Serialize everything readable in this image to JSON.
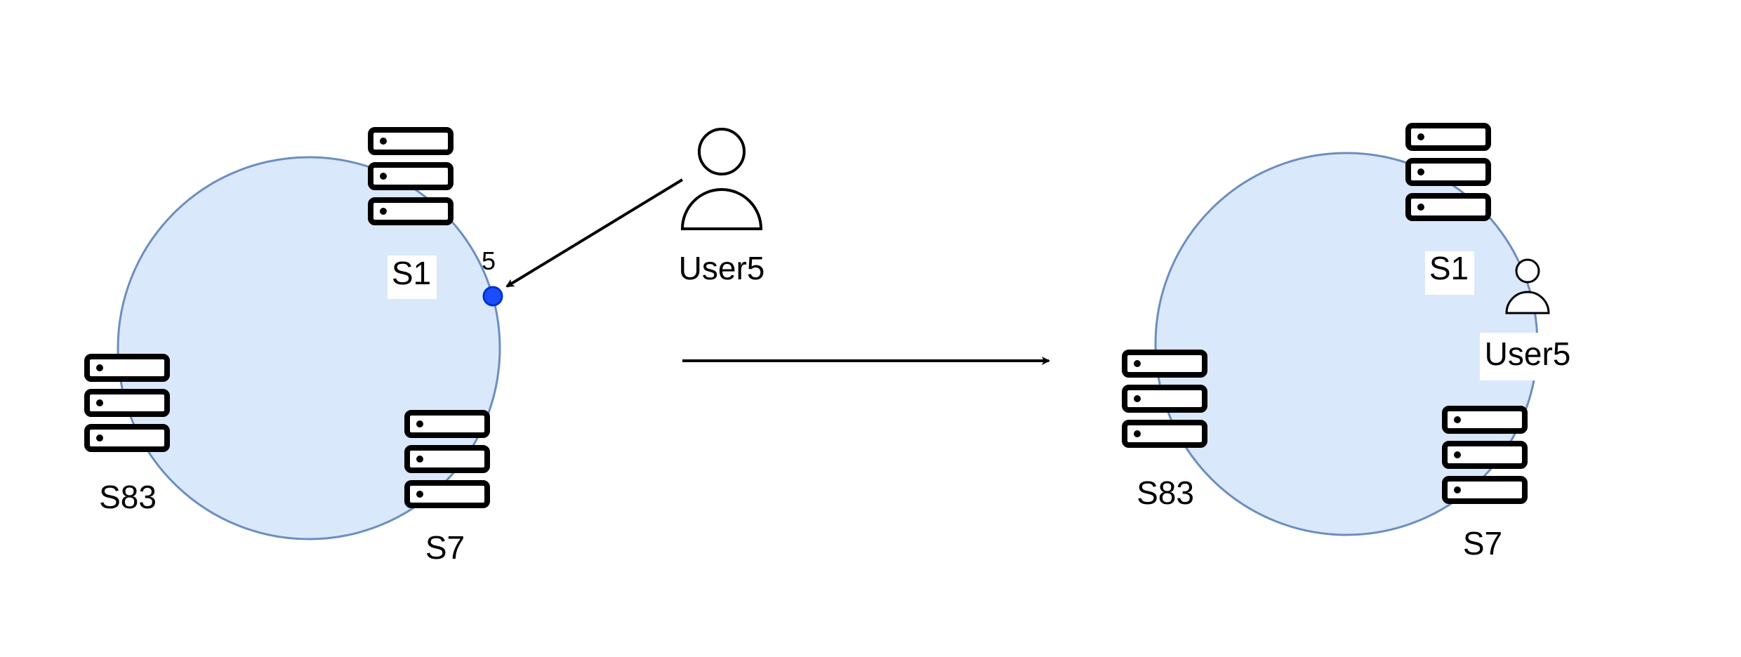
{
  "colors": {
    "ring_fill": "#dae8fc",
    "ring_stroke": "#6c8ebf",
    "hash_point": "#1a4dff",
    "line": "#000000"
  },
  "before": {
    "servers": [
      "S1",
      "S83",
      "S7"
    ],
    "user_label": "User5",
    "hash_label": "5"
  },
  "after": {
    "servers": [
      "S1",
      "S83",
      "S7"
    ],
    "user_label": "User5"
  },
  "icons": {
    "server": "server-rack-icon",
    "user": "user-icon"
  }
}
